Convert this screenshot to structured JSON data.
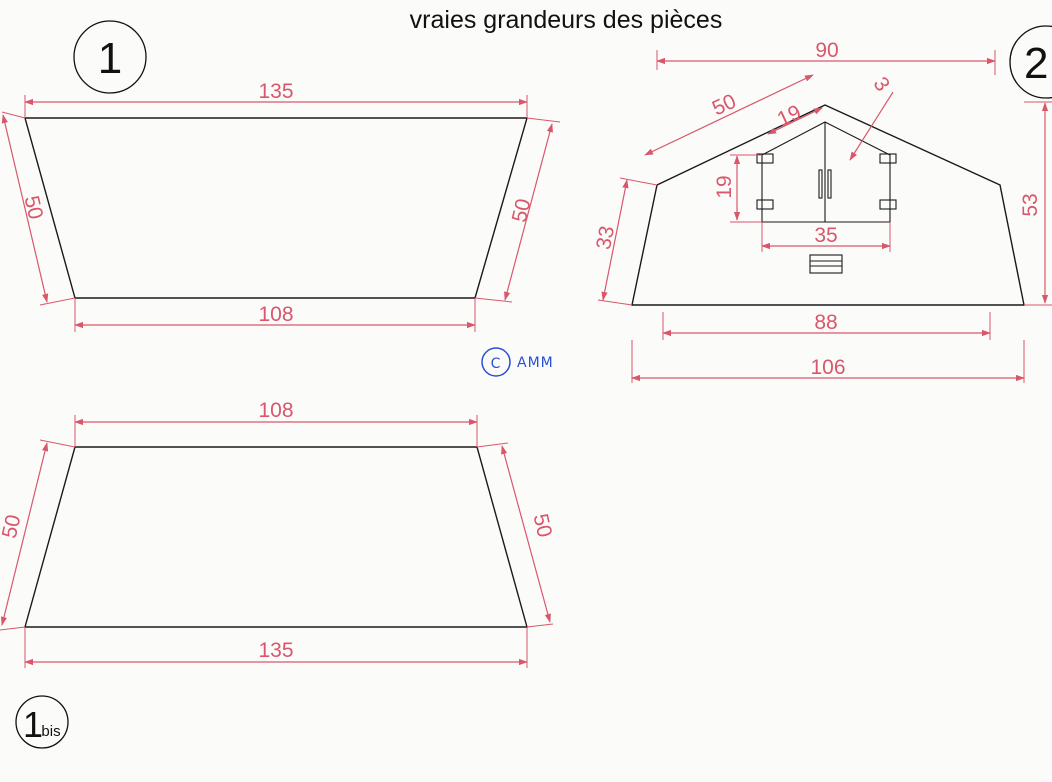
{
  "title": "vraies grandeurs des pièces",
  "piece_labels": {
    "p1": "1",
    "p2": "2",
    "p1bis_num": "1",
    "p1bis_suffix": "bis"
  },
  "dimensions": {
    "p1_top": "135",
    "p1_bottom": "108",
    "p1_left": "50",
    "p1_right": "50",
    "p2_top": "90",
    "p2_roof": "50",
    "p2_roof_part": "19",
    "p2_offset": "3",
    "p2_right": "53",
    "p2_left": "33",
    "p2_door_height": "19",
    "p2_door_width": "35",
    "p2_inner_base": "88",
    "p2_base": "106",
    "p1bis_top": "108",
    "p1bis_bottom": "135",
    "p1bis_left": "50",
    "p1bis_right": "50"
  },
  "signature": {
    "symbol": "C",
    "text": "AMM"
  },
  "colors": {
    "dimension": "#d9576a",
    "outline": "#1a1a1a",
    "signature": "#2a4fd6"
  }
}
